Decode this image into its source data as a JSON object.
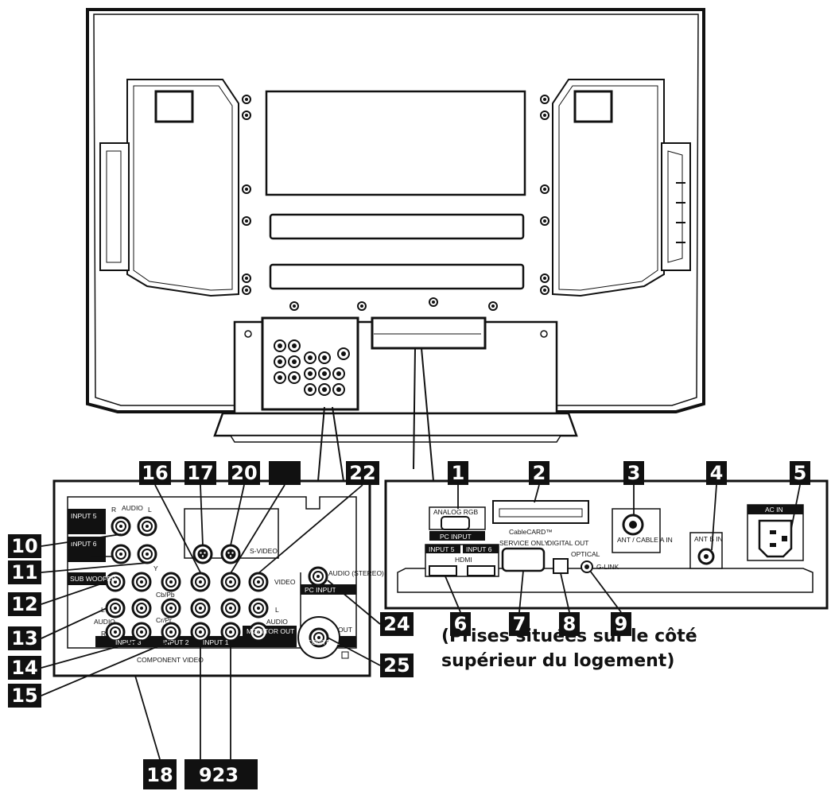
{
  "callouts": {
    "c1": "1",
    "c2": "2",
    "c3": "3",
    "c4": "4",
    "c5": "5",
    "c6": "6",
    "c7": "7",
    "c8": "8",
    "c9": "9",
    "c10": "10",
    "c11": "11",
    "c12": "12",
    "c13": "13",
    "c14": "14",
    "c15": "15",
    "c16": "16",
    "c17": "17",
    "c18": "18",
    "c20": "20",
    "c22": "22",
    "c24": "24",
    "c25": "25",
    "c923": "923"
  },
  "upper_panel": {
    "analog_rgb": "ANALOG RGB",
    "pc_input": "PC INPUT",
    "input5": "INPUT 5",
    "input6": "INPUT 6",
    "hdmi": "HDMI",
    "cable_card": "CableCARD™",
    "service_only": "SERVICE ONLY",
    "digital_out": "DIGITAL OUT",
    "optical": "OPTICAL",
    "g_link": "G-LINK",
    "ant_cable": "ANT / CABLE A IN",
    "ant_b": "ANT B IN",
    "ac_in": "AC IN"
  },
  "lower_panel": {
    "input5": "INPUT 5",
    "input6": "INPUT 6",
    "audio": "AUDIO",
    "r": "R",
    "l": "L",
    "sub_woofer": "SUB WOOFER",
    "y": "Y",
    "cb_pb": "Cb/Pb",
    "cr_pr": "Cr/Pr",
    "s_video": "S-VIDEO",
    "video": "VIDEO",
    "audio_stereo": "AUDIO (STEREO)",
    "pc_input": "PC INPUT",
    "component_video": "COMPONENT VIDEO",
    "input3": "INPUT 3",
    "input2": "INPUT 2",
    "input1": "INPUT 1",
    "monitor_out": "MONITOR OUT",
    "out": "OUT",
    "control": "CONTROL"
  },
  "caption": {
    "line1": "(Prises situées sur le côté",
    "line2": "supérieur du logement)"
  }
}
